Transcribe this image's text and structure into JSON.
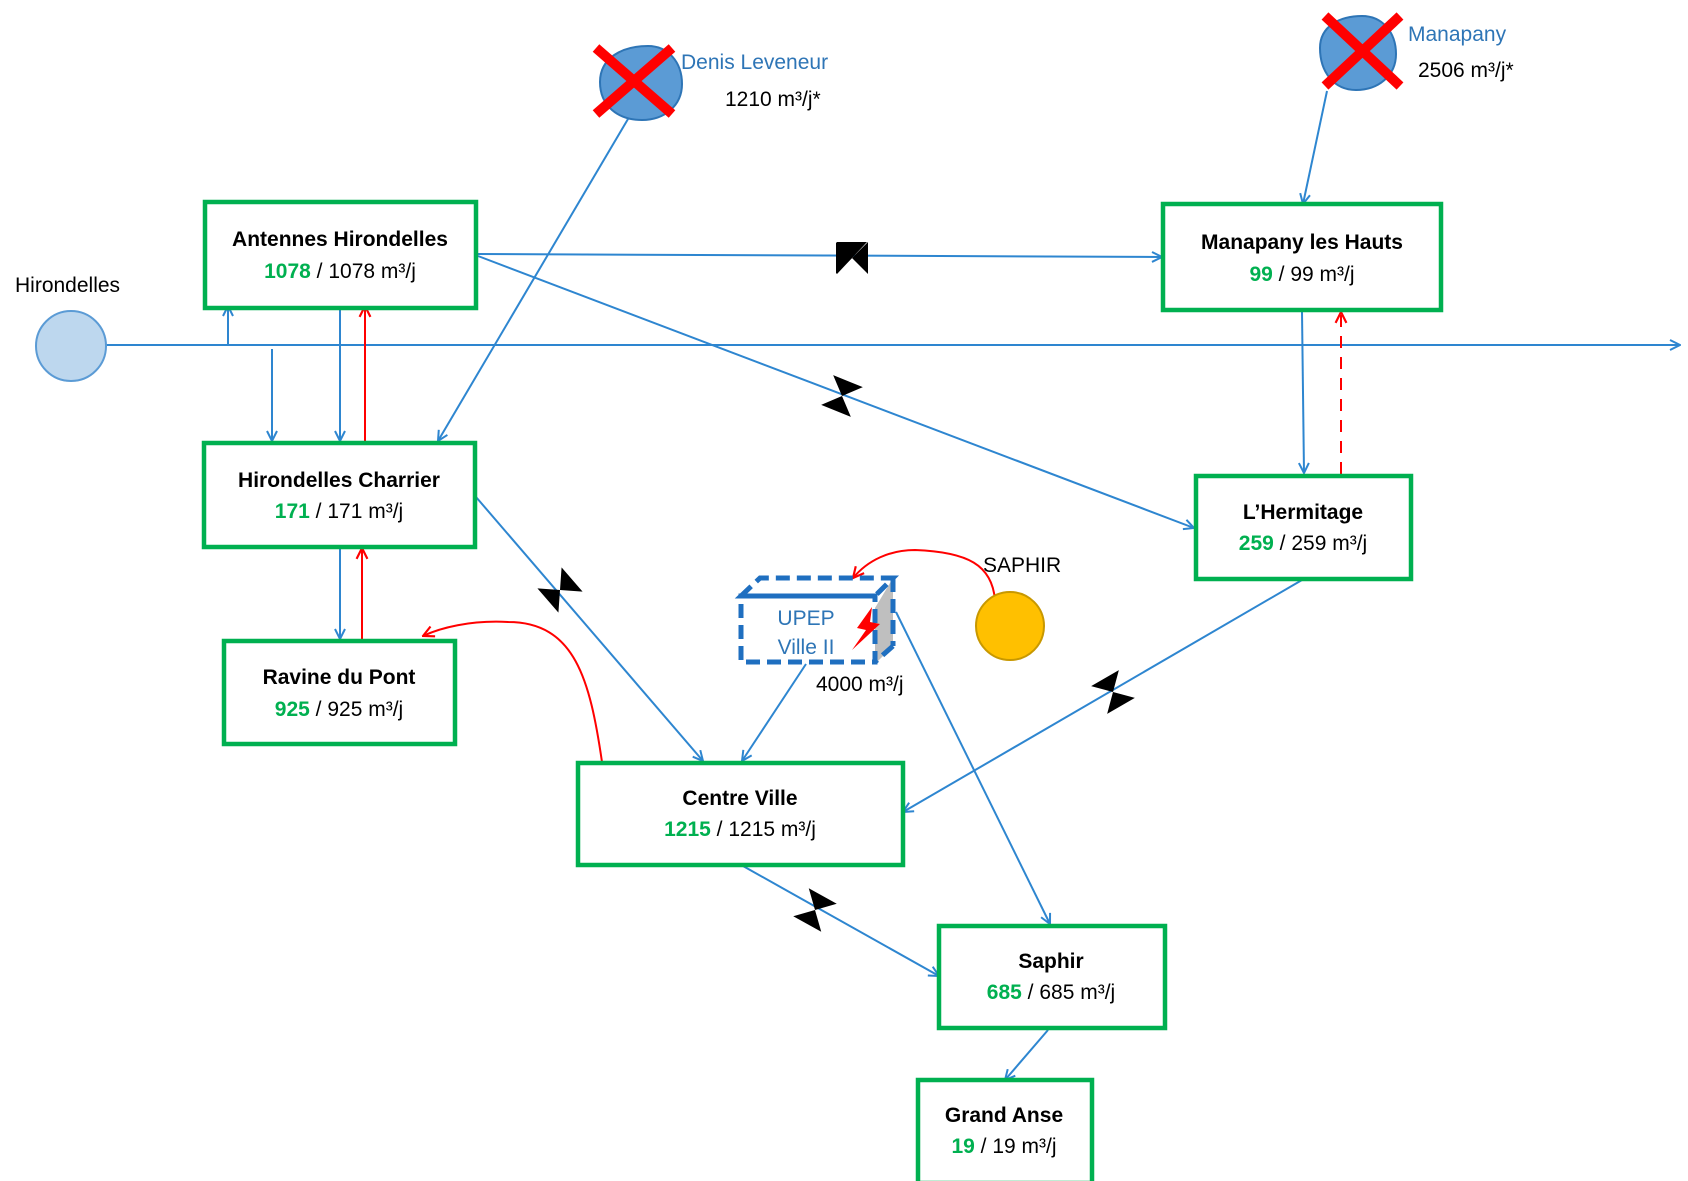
{
  "sources": {
    "hirondelles": {
      "label": "Hirondelles"
    },
    "denis_leveneur": {
      "label": "Denis Leveneur",
      "flow": "1210 m³/j*"
    },
    "manapany": {
      "label": "Manapany",
      "flow": "2506 m³/j*"
    },
    "saphir": {
      "label": "SAPHIR"
    }
  },
  "upep": {
    "line1": "UPEP",
    "line2": "Ville II",
    "flow": "4000 m³/j"
  },
  "reservoirs": {
    "antennes_hirondelles": {
      "title": "Antennes Hirondelles",
      "value": "1078",
      "capacity": " / 1078 m³/j"
    },
    "manapany_les_hauts": {
      "title": "Manapany les Hauts",
      "value": "99",
      "capacity": " / 99 m³/j"
    },
    "hirondelles_charrier": {
      "title": "Hirondelles Charrier",
      "value": "171",
      "capacity": " / 171 m³/j"
    },
    "lhermitage": {
      "title": "L’Hermitage",
      "value": "259",
      "capacity": " / 259 m³/j"
    },
    "ravine_du_pont": {
      "title": "Ravine du Pont",
      "value": "925",
      "capacity": " / 925 m³/j"
    },
    "centre_ville": {
      "title": "Centre Ville",
      "value": "1215",
      "capacity": " / 1215 m³/j"
    },
    "saphir": {
      "title": "Saphir",
      "value": "685",
      "capacity": " / 685 m³/j"
    },
    "grand_anse": {
      "title": "Grand Anse",
      "value": "19",
      "capacity": " / 19 m³/j"
    }
  },
  "colors": {
    "box_border": "#00b050",
    "value_green": "#00b050",
    "pipe_blue": "#2e86d0",
    "link_red": "#ff0000",
    "source_blue": "#5b9bd5",
    "sun": "#ffc000",
    "cross": "#ff0000"
  },
  "icons": {
    "closed_source": "red-cross-icon",
    "valve": "bowtie-valve-icon",
    "power": "lightning-icon"
  }
}
